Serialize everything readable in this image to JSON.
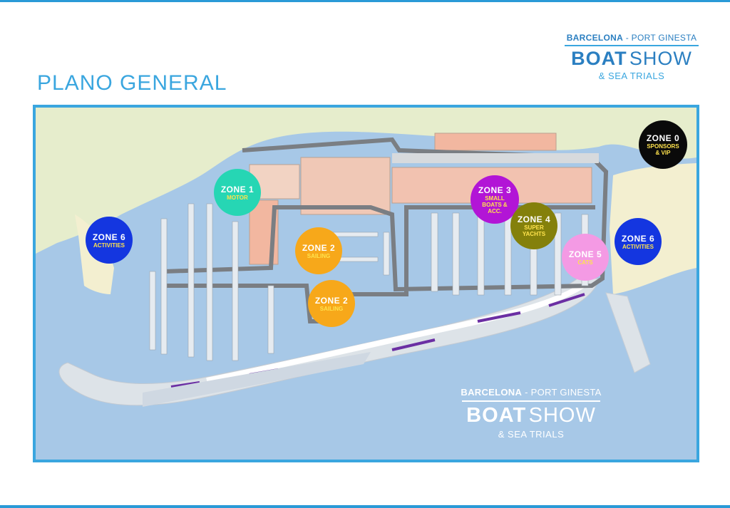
{
  "page": {
    "title": "PLANO GENERAL"
  },
  "logo": {
    "city": "BARCELONA",
    "separator": " - ",
    "place": "PORT GINESTA",
    "word1": "BOAT",
    "word2": "SHOW",
    "subtitle": "& SEA TRIALS"
  },
  "colors": {
    "accent": "#3aa6df",
    "brand": "#2b7fc1",
    "water": "#a7c8e7",
    "land": "#e6edcc",
    "buildings": "#f2b7a0",
    "promenade": "#6b2fa3"
  },
  "zones": [
    {
      "id": "zone-0",
      "name": "ZONE 0",
      "subtitle": "SPONSORS & VIP",
      "color": "#0a0a0a"
    },
    {
      "id": "zone-1",
      "name": "ZONE 1",
      "subtitle": "MOTOR",
      "color": "#26d6b4"
    },
    {
      "id": "zone-2a",
      "name": "ZONE 2",
      "subtitle": "SAILING",
      "color": "#f7a81a"
    },
    {
      "id": "zone-2b",
      "name": "ZONE 2",
      "subtitle": "SAILING",
      "color": "#f7a81a"
    },
    {
      "id": "zone-3",
      "name": "ZONE 3",
      "subtitle": "SMALL BOATS & ACC.",
      "color": "#b215d6"
    },
    {
      "id": "zone-4",
      "name": "ZONE 4",
      "subtitle": "SUPER YACHTS",
      "color": "#84800b"
    },
    {
      "id": "zone-5",
      "name": "ZONE 5",
      "subtitle": "CATS",
      "color": "#f49ae4"
    },
    {
      "id": "zone-6a",
      "name": "ZONE 6",
      "subtitle": "ACTIVITIES",
      "color": "#1436e0"
    },
    {
      "id": "zone-6b",
      "name": "ZONE 6",
      "subtitle": "ACTIVITIES",
      "color": "#1436e0"
    }
  ]
}
